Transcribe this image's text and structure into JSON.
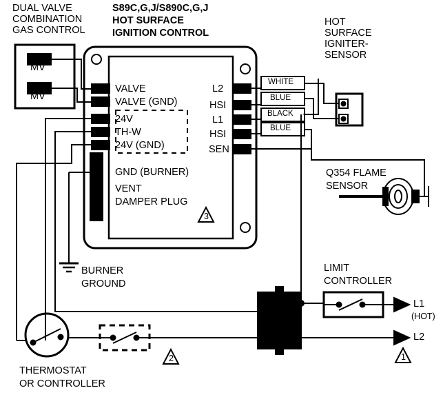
{
  "title_blocks": {
    "left": "DUAL VALVE\nCOMBINATION\nGAS CONTROL",
    "center_line1": "S89C,G,J/S890C,G,J",
    "center_line2": "HOT SURFACE",
    "center_line3": "IGNITION CONTROL",
    "right": "HOT\nSURFACE\nIGNITER-\nSENSOR"
  },
  "valve": {
    "mv_top": "MV",
    "mv_bottom": "MV"
  },
  "control_terminals_left": [
    "VALVE",
    "VALVE (GND)",
    "24V",
    "TH-W",
    "24V (GND)"
  ],
  "control_terminals_right": [
    "L2",
    "HSI",
    "L1",
    "HSI",
    "SEN"
  ],
  "control_body_text": {
    "gnd_burner": "GND (BURNER)",
    "vent": "VENT",
    "damper_plug": "DAMPER PLUG"
  },
  "wire_labels": [
    "WHITE",
    "BLUE",
    "BLACK",
    "BLUE"
  ],
  "flame_sensor": {
    "line1": "Q354 FLAME",
    "line2": "SENSOR"
  },
  "burner_ground": {
    "line1": "BURNER",
    "line2": "GROUND"
  },
  "limit_controller": {
    "line1": "LIMIT",
    "line2": "CONTROLLER"
  },
  "power_labels": {
    "l1": "L1",
    "l1_sub": "(HOT)",
    "l2": "L2"
  },
  "thermostat": {
    "line1": "THERMOSTAT",
    "line2": "OR CONTROLLER"
  },
  "callouts": {
    "one": "1",
    "two": "2",
    "three": "3"
  },
  "colors": {
    "stroke": "#000000",
    "background": "#ffffff"
  }
}
